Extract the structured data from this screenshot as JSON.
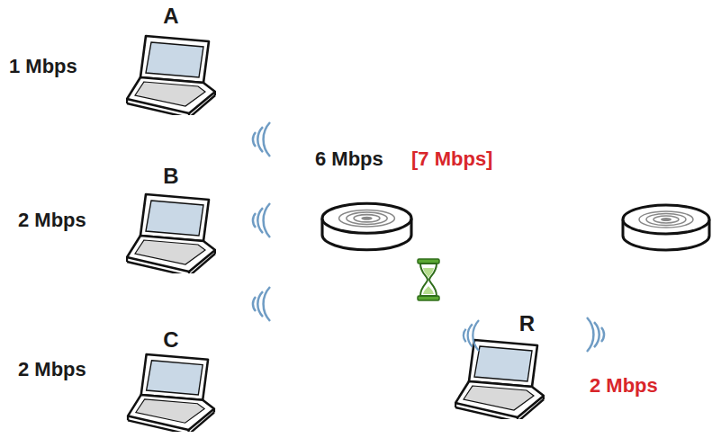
{
  "diagram": {
    "nodes": [
      {
        "text": [
          "A"
        ]
      },
      {
        "text": [
          "B"
        ]
      },
      {
        "text": [
          "C"
        ]
      },
      {
        "text": [
          "R"
        ]
      }
    ],
    "labels": [
      "1 Mbps",
      "2 Mbps",
      "2 Mbps",
      "6 Mbps",
      "[7 Mbps]",
      "2 Mbps"
    ]
  }
}
